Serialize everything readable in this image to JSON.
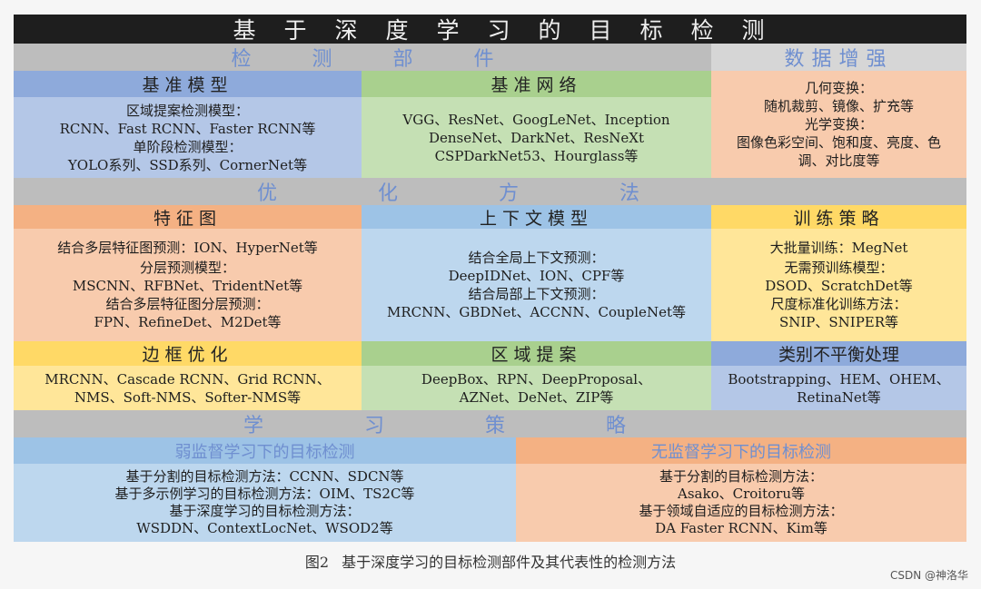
{
  "title": "基于深度学习的目标检测",
  "sections": {
    "detection_components": "检 测 部 件",
    "data_augmentation": "数据增强",
    "optimization_methods": "优 化 方 法",
    "learning_strategies": "学 习 策 略"
  },
  "row1": {
    "baseline_model": {
      "header": "基准模型",
      "lines": [
        "区域提案检测模型：",
        "RCNN、Fast RCNN、Faster RCNN等",
        "单阶段检测模型：",
        "YOLO系列、SSD系列、CornerNet等"
      ]
    },
    "backbone_network": {
      "header": "基准网络",
      "lines": [
        "VGG、ResNet、GoogLeNet、Inception",
        "DenseNet、DarkNet、ResNeXt",
        "CSPDarkNet53、Hourglass等"
      ]
    },
    "data_augmentation": {
      "lines": [
        "几何变换：",
        "随机裁剪、镜像、扩充等",
        "光学变换：",
        "图像色彩空间、饱和度、亮度、色",
        "调、对比度等"
      ]
    }
  },
  "row2": {
    "feature_map": {
      "header": "特征图",
      "lines": [
        "结合多层特征图预测：ION、HyperNet等",
        "分层预测模型：",
        "MSCNN、RFBNet、TridentNet等",
        "结合多层特征图分层预测：",
        "FPN、RefineDet、M2Det等"
      ]
    },
    "context_model": {
      "header": "上下文模型",
      "lines": [
        "结合全局上下文预测：",
        "DeepIDNet、ION、CPF等",
        "结合局部上下文预测：",
        "MRCNN、GBDNet、ACCNN、CoupleNet等"
      ]
    },
    "training_strategy": {
      "header": "训练策略",
      "lines": [
        "大批量训练：MegNet",
        "无需预训练模型：",
        "DSOD、ScratchDet等",
        "尺度标准化训练方法：",
        "SNIP、SNIPER等"
      ]
    }
  },
  "row3": {
    "bbox_optimization": {
      "header": "边框优化",
      "lines": [
        "MRCNN、Cascade RCNN、Grid RCNN、",
        "NMS、Soft-NMS、Softer-NMS等"
      ]
    },
    "region_proposal": {
      "header": "区域提案",
      "lines": [
        "DeepBox、RPN、DeepProposal、",
        "AZNet、DeNet、ZIP等"
      ]
    },
    "class_imbalance": {
      "header": "类别不平衡处理",
      "lines": [
        "Bootstrapping、HEM、OHEM、",
        "RetinaNet等"
      ]
    }
  },
  "row4": {
    "weakly_supervised": {
      "header": "弱监督学习下的目标检测",
      "lines": [
        "基于分割的目标检测方法：CCNN、SDCN等",
        "基于多示例学习的目标检测方法：OIM、TS2C等",
        "基于深度学习的目标检测方法：",
        "WSDDN、ContextLocNet、WSOD2等"
      ]
    },
    "unsupervised": {
      "header": "无监督学习下的目标检测",
      "lines": [
        "基于分割的目标检测方法：",
        "Asako、Croitoru等",
        "基于领域自适应的目标检测方法：",
        "DA Faster RCNN、Kim等"
      ]
    }
  },
  "caption": {
    "figure_label": "图2",
    "text": "基于深度学习的目标检测部件及其代表性的检测方法"
  },
  "watermark": "CSDN @神洛华",
  "colors": {
    "title_bg": "#1e1e1e",
    "section_gray": "#bdbdbd",
    "section_text": "#6f8fd0",
    "blue_header": "#8eaadb",
    "blue_body": "#b4c7e7",
    "green_header": "#a9d08e",
    "green_body": "#c5e0b4",
    "orange_header": "#f4b183",
    "orange_body": "#f8cbad",
    "yellow_header": "#ffd966",
    "yellow_body": "#ffe699"
  }
}
